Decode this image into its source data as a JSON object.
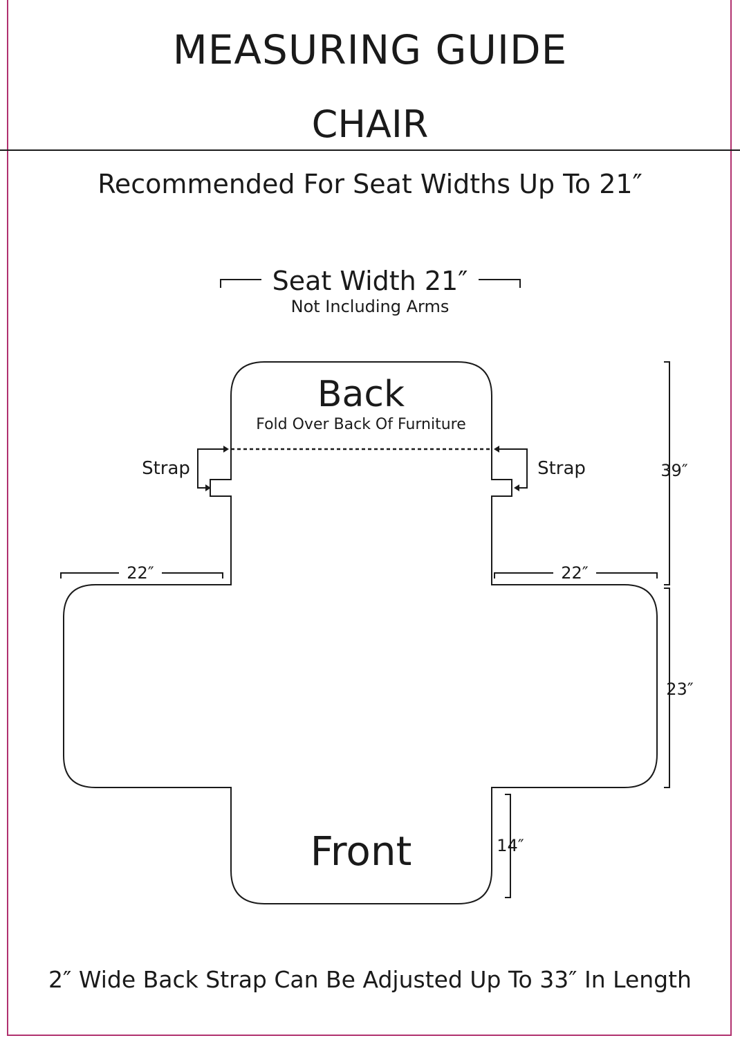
{
  "header": {
    "title": "MEASURING GUIDE",
    "subtitle": "CHAIR"
  },
  "recommendation": "Recommended For Seat Widths Up To 21″",
  "seat_width": {
    "label": "Seat Width 21″",
    "note": "Not Including Arms"
  },
  "panels": {
    "back_label": "Back",
    "back_sub": "Fold Over Back Of Furniture",
    "front_label": "Front"
  },
  "straps": {
    "left_label": "Strap",
    "right_label": "Strap"
  },
  "dimensions": {
    "left_arm": "22″",
    "right_arm": "22″",
    "back_height": "39″",
    "seat_depth": "23″",
    "front_drop": "14″"
  },
  "footer": "2″ Wide Back Strap Can Be Adjusted Up To 33″ In Length",
  "colors": {
    "frame": "#b0306e",
    "ink": "#1a1a1a"
  }
}
